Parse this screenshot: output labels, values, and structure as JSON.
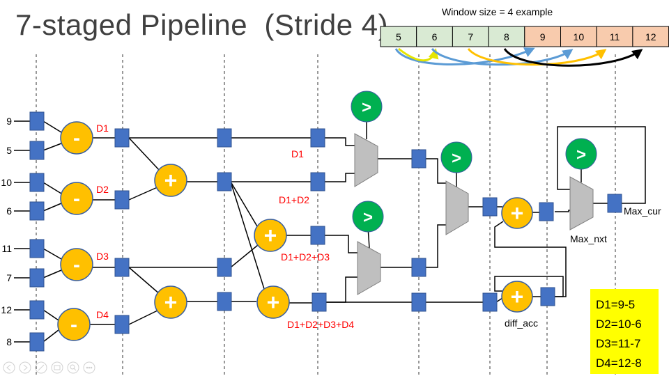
{
  "slide": {
    "title": "7-staged Pipeline  (Stride 4)"
  },
  "window_example": {
    "caption": "Window size = 4 example",
    "cells": [
      {
        "label": "5",
        "fill": "#d9ead3"
      },
      {
        "label": "6",
        "fill": "#d9ead3"
      },
      {
        "label": "7",
        "fill": "#d9ead3"
      },
      {
        "label": "8",
        "fill": "#d9ead3"
      },
      {
        "label": "9",
        "fill": "#f8cbad"
      },
      {
        "label": "10",
        "fill": "#f8cbad"
      },
      {
        "label": "11",
        "fill": "#f8cbad"
      },
      {
        "label": "12",
        "fill": "#f8cbad"
      }
    ],
    "arrow_colors": [
      "#ffff00",
      "#5b9bd5",
      "#ffc000",
      "#000000"
    ]
  },
  "inputs": [
    "9",
    "5",
    "10",
    "6",
    "11",
    "7",
    "12",
    "8"
  ],
  "signal_labels": {
    "d1": "D1",
    "d2": "D2",
    "d3": "D3",
    "d4": "D4",
    "d1_stage3": "D1",
    "d1_d2": "D1+D2",
    "d1_d2_d3": "D1+D2+D3",
    "d1_d2_d3_d4": "D1+D2+D3+D4"
  },
  "operators": {
    "minus": "-",
    "plus": "+",
    "compare": ">"
  },
  "registers": {
    "max_nxt": "Max_nxt",
    "max_cur": "Max_cur",
    "diff_acc": "diff_acc"
  },
  "legend": {
    "lines": [
      "D1=9-5",
      "D2=10-6",
      "D3=11-7",
      "D4=12-8"
    ],
    "background": "#ffff00"
  },
  "colors": {
    "register": "#4472c4",
    "adder": "#ffc000",
    "comparator": "#00b050",
    "mux": "#bfbfbf",
    "label_red": "#ff0000",
    "wire": "#000000"
  },
  "playback_controls": [
    "previous",
    "next",
    "pen",
    "slides",
    "zoom",
    "more"
  ]
}
